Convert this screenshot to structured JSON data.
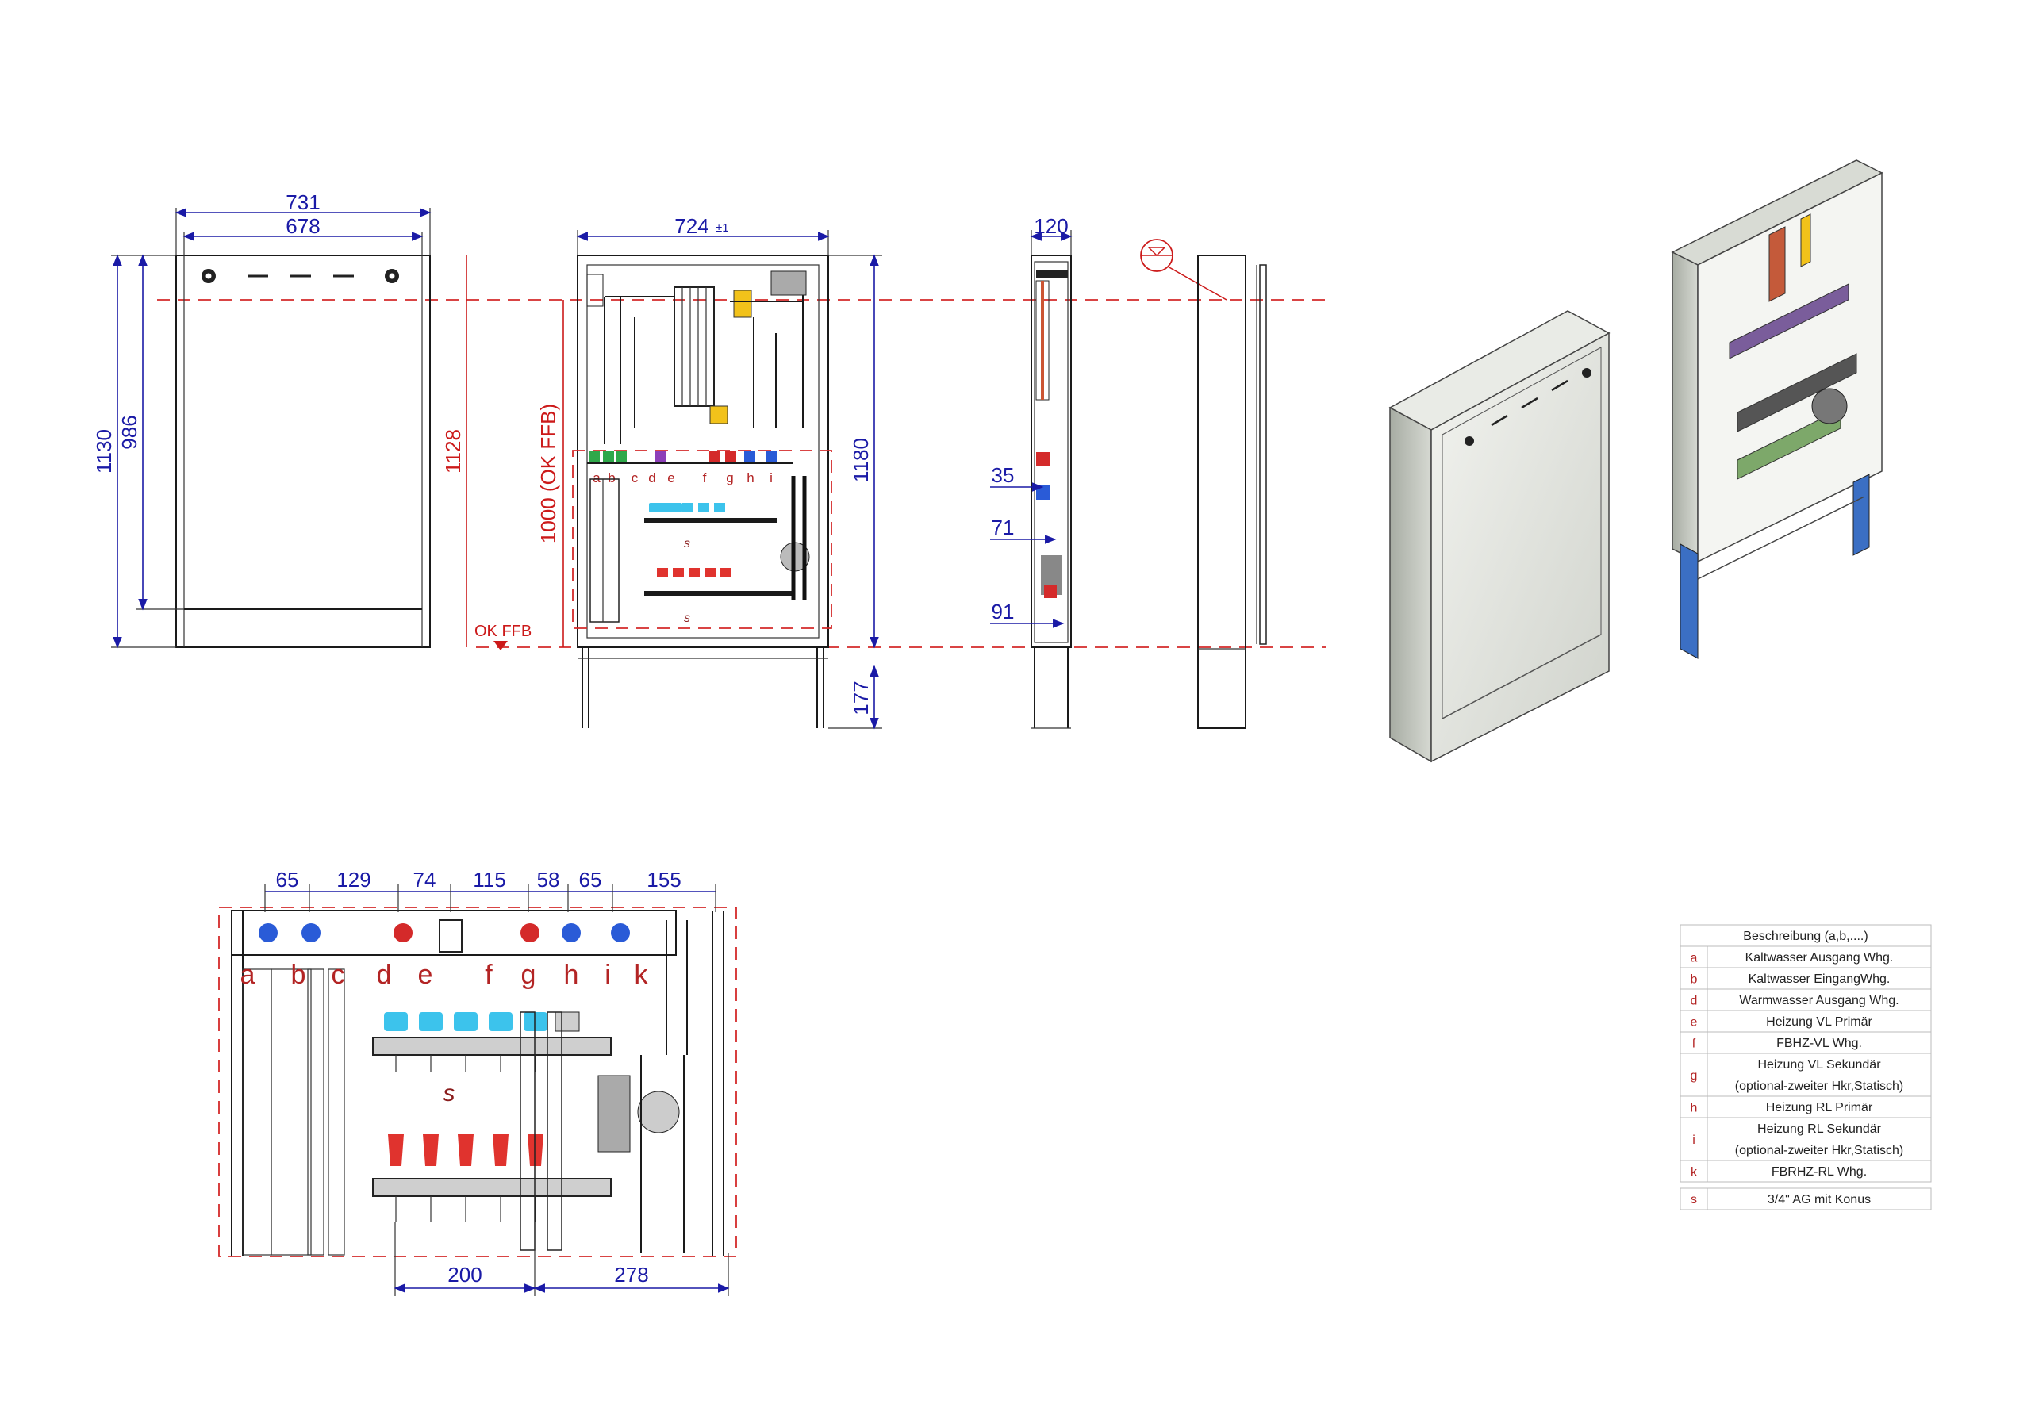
{
  "front_view": {
    "width_outer": "731",
    "width_inner": "678",
    "height_total": "1130",
    "height_door": "986",
    "height_right": "1128"
  },
  "open_view": {
    "width": "724",
    "width_tol": "±1",
    "height_ffb": "1000 (OK FFB)",
    "height_right": "1180",
    "foot": "177",
    "ok_ffb": "OK FFB",
    "ports_small": [
      "a",
      "b",
      "c",
      "d",
      "e",
      "f",
      "g",
      "h",
      "i"
    ],
    "s_top": "s",
    "s_bottom": "s"
  },
  "side_view": {
    "depth": "120",
    "d35": "35",
    "d71": "71",
    "d91": "91"
  },
  "manifold_detail": {
    "top_dims": [
      "65",
      "129",
      "74",
      "115",
      "58",
      "65",
      "155"
    ],
    "bottom_dims": [
      "200",
      "278"
    ],
    "ports": [
      "a",
      "b",
      "c",
      "d",
      "e",
      "f",
      "g",
      "h",
      "i",
      "k"
    ],
    "s_label": "s"
  },
  "legend": {
    "header": "Beschreibung (a,b,....)",
    "rows": [
      {
        "key": "a",
        "lines": [
          "Kaltwasser Ausgang Whg."
        ]
      },
      {
        "key": "b",
        "lines": [
          "Kaltwasser EingangWhg."
        ]
      },
      {
        "key": "d",
        "lines": [
          "Warmwasser Ausgang Whg."
        ]
      },
      {
        "key": "e",
        "lines": [
          "Heizung VL Primär"
        ]
      },
      {
        "key": "f",
        "lines": [
          "FBHZ-VL Whg."
        ]
      },
      {
        "key": "g",
        "lines": [
          "Heizung VL Sekundär",
          "(optional-zweiter Hkr,Statisch)"
        ]
      },
      {
        "key": "h",
        "lines": [
          "Heizung RL Primär"
        ]
      },
      {
        "key": "i",
        "lines": [
          "Heizung RL Sekundär",
          "(optional-zweiter Hkr,Statisch)"
        ]
      },
      {
        "key": "k",
        "lines": [
          "FBRHZ-RL Whg."
        ]
      }
    ],
    "footer": {
      "key": "s",
      "text": "3/4\" AG mit Konus"
    }
  },
  "colors": {
    "dimension": "#1a1aa6",
    "reference_line": "#d42a2a",
    "port_label": "#b32424",
    "cold_valve": "#2a5bd7",
    "hot_valve": "#d42a2a",
    "flow_cap": "#3cc3ec",
    "return_cap": "#e0332e",
    "green_valve": "#2fa84a",
    "purple_valve": "#8c3fb8"
  }
}
